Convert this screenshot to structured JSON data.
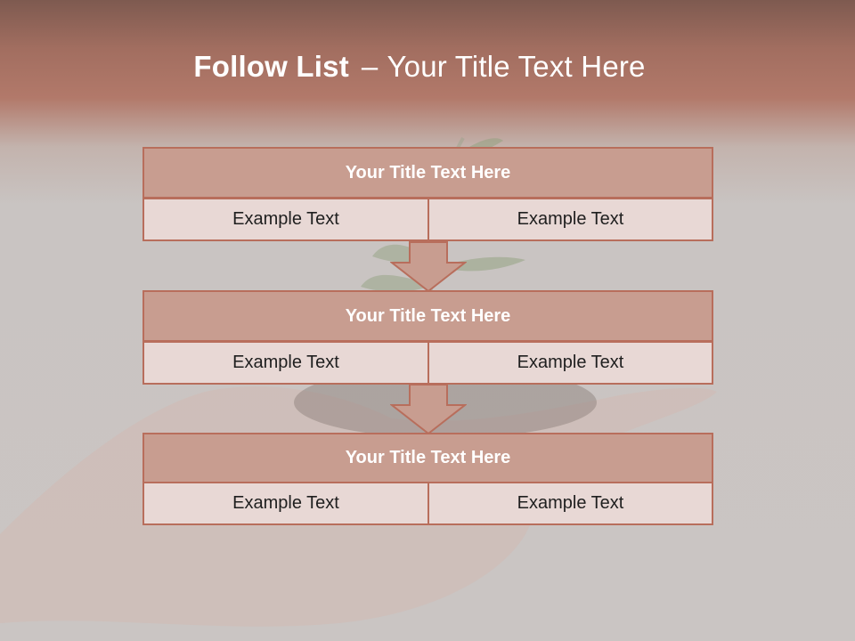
{
  "slide": {
    "title_bold": "Follow List",
    "title_separator": "–",
    "title_rest": "Your Title Text Here"
  },
  "steps": [
    {
      "title": "Your Title Text Here",
      "left": "Example Text",
      "right": "Example Text"
    },
    {
      "title": "Your Title Text Here",
      "left": "Example Text",
      "right": "Example Text"
    },
    {
      "title": "Your Title Text Here",
      "left": "Example Text",
      "right": "Example Text"
    }
  ],
  "colors": {
    "header_band": "#a26e60",
    "box_header_fill": "#c89d90",
    "box_cell_fill": "#e8d8d5",
    "border": "#b86e5c",
    "background": "#cac5c3"
  }
}
